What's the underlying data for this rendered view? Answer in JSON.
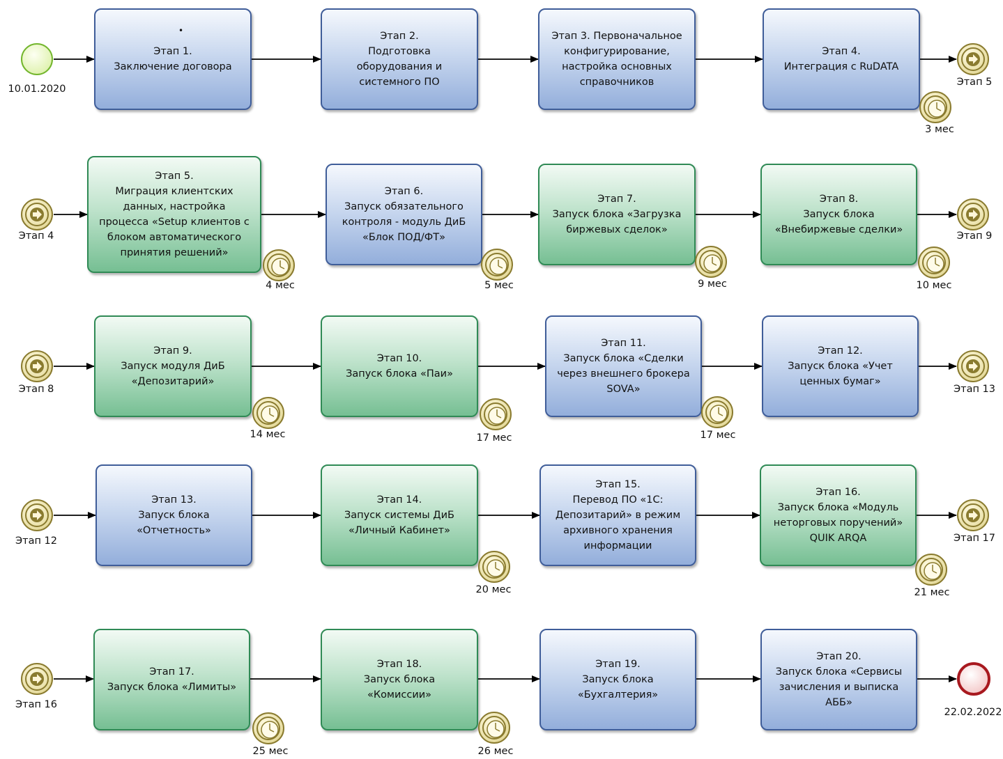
{
  "start_event": {
    "label": "10.01.2020"
  },
  "end_event": {
    "label": "22.02.2022"
  },
  "tasks": [
    {
      "id": "t1",
      "text": "Этап  1.\nЗаключение договора",
      "color": "blue"
    },
    {
      "id": "t2",
      "text": "Этап  2.\nПодготовка\nоборудования и\nсистемного ПО",
      "color": "blue"
    },
    {
      "id": "t3",
      "text": "Этап  3. Первоначальное\nконфигурирование,\nнастройка основных\nсправочников",
      "color": "blue"
    },
    {
      "id": "t4",
      "text": "Этап  4.\nИнтеграция с RuDATA",
      "color": "blue"
    },
    {
      "id": "t5",
      "text": "Этап  5.\nМиграция клиентских\nданных, настройка\nпроцесса «Setup клиентов с\nблоком автоматического\nпринятия решений»",
      "color": "green"
    },
    {
      "id": "t6",
      "text": "Этап  6.\nЗапуск обязательного\nконтроля - модуль ДиБ\n«Блок ПОД/ФТ»",
      "color": "blue"
    },
    {
      "id": "t7",
      "text": "Этап  7.\nЗапуск блока «Загрузка\nбиржевых сделок»",
      "color": "green"
    },
    {
      "id": "t8",
      "text": "Этап  8.\nЗапуск блока\n«Внебиржевые сделки»",
      "color": "green"
    },
    {
      "id": "t9",
      "text": "Этап  9.\nЗапуск модуля ДиБ\n«Депозитарий»",
      "color": "green"
    },
    {
      "id": "t10",
      "text": "Этап 10.\nЗапуск блока «Паи»",
      "color": "green"
    },
    {
      "id": "t11",
      "text": "Этап 11.\nЗапуск блока «Сделки\nчерез внешнего брокера\nSOVA»",
      "color": "blue"
    },
    {
      "id": "t12",
      "text": "Этап 12.\nЗапуск блока «Учет\nценных бумаг»",
      "color": "blue"
    },
    {
      "id": "t13",
      "text": "Этап 13.\nЗапуск блока\n«Отчетность»",
      "color": "blue"
    },
    {
      "id": "t14",
      "text": "Этап 14.\nЗапуск системы ДиБ\n«Личный Кабинет»",
      "color": "green"
    },
    {
      "id": "t15",
      "text": "Этап 15.\nПеревод ПО «1С:\nДепозитарий» в режим\nархивного хранения\nинформации",
      "color": "blue"
    },
    {
      "id": "t16",
      "text": "Этап 16.\nЗапуск блока «Модуль\nнеторговых поручений»\nQUIK ARQA",
      "color": "green"
    },
    {
      "id": "t17",
      "text": "Этап 17.\nЗапуск блока «Лимиты»",
      "color": "green"
    },
    {
      "id": "t18",
      "text": "Этап 18.\nЗапуск блока\n«Комиссии»",
      "color": "green"
    },
    {
      "id": "t19",
      "text": "Этап 19.\nЗапуск блока\n«Бухгалтерия»",
      "color": "blue"
    },
    {
      "id": "t20",
      "text": "Этап 20.\nЗапуск блока «Сервисы\nзачисления и выписка\nАББ»",
      "color": "blue"
    }
  ],
  "link_events": [
    {
      "id": "l1",
      "label": "Этап 5"
    },
    {
      "id": "l2",
      "label": "Этап 4"
    },
    {
      "id": "l3",
      "label": "Этап 9"
    },
    {
      "id": "l4",
      "label": "Этап 8"
    },
    {
      "id": "l5",
      "label": "Этап 13"
    },
    {
      "id": "l6",
      "label": "Этап 12"
    },
    {
      "id": "l7",
      "label": "Этап 17"
    },
    {
      "id": "l8",
      "label": "Этап 16"
    }
  ],
  "timers": [
    {
      "id": "m1",
      "label": "3 мес"
    },
    {
      "id": "m2",
      "label": "4 мес"
    },
    {
      "id": "m3",
      "label": "5 мес"
    },
    {
      "id": "m4",
      "label": "9 мес"
    },
    {
      "id": "m5",
      "label": "10 мес"
    },
    {
      "id": "m6",
      "label": "14 мес"
    },
    {
      "id": "m7",
      "label": "17 мес"
    },
    {
      "id": "m8",
      "label": "17 мес"
    },
    {
      "id": "m9",
      "label": "20 мес"
    },
    {
      "id": "m10",
      "label": "21 мес"
    },
    {
      "id": "m11",
      "label": "25 мес"
    },
    {
      "id": "m12",
      "label": "26 мес"
    }
  ],
  "colors": {
    "blue_task_border": "#3f5d99",
    "green_task_border": "#2f8a55",
    "start_event": "#73b62d",
    "end_event": "#a8191f",
    "link_event": "#8a7b2f",
    "arrow": "#000000"
  }
}
